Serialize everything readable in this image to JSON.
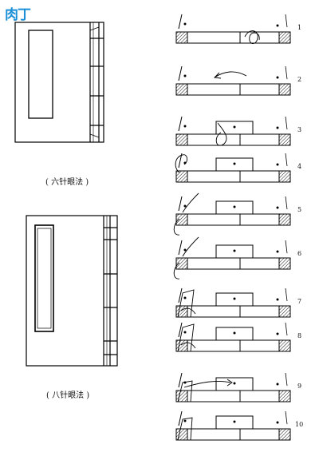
{
  "logo": "肉丁",
  "captions": {
    "six_stitch": "( 六针眼法 )",
    "eight_stitch": "( 八针眼法 )"
  },
  "steps": [
    "1",
    "2",
    "3",
    "4",
    "5",
    "6",
    "7",
    "8",
    "9",
    "10"
  ]
}
